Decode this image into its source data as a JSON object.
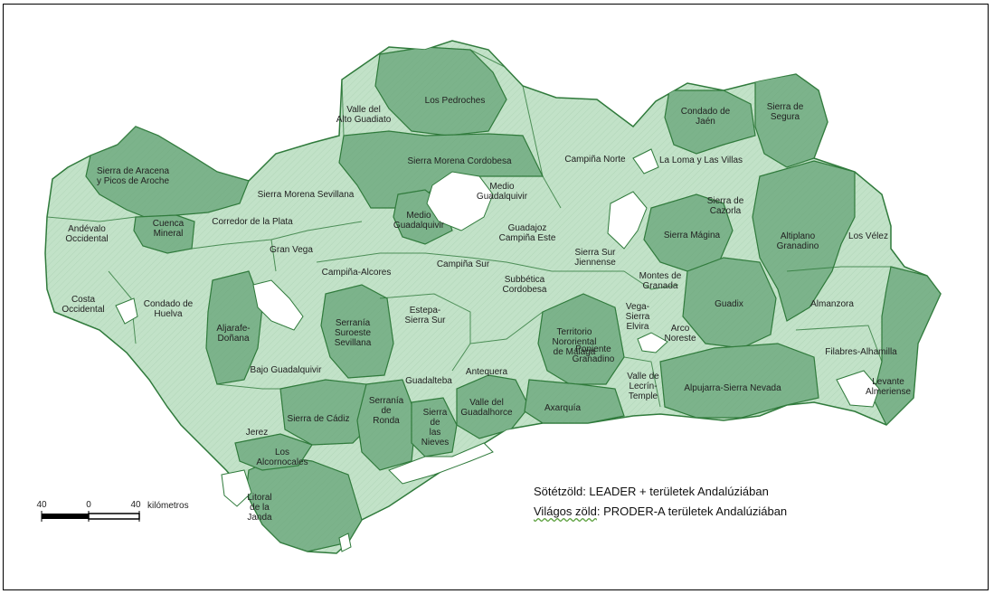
{
  "colors": {
    "leader": "#7cb38b",
    "proder": "#c2e2c8",
    "border": "#2f7a3b",
    "background": "#ffffff"
  },
  "regions": [
    {
      "label": "Los Pedroches",
      "type": "leader"
    },
    {
      "label": "Valle del Alto Guadiato",
      "type": "proder"
    },
    {
      "label": "Condado de Jaén",
      "type": "leader"
    },
    {
      "label": "Sierra de Segura",
      "type": "leader"
    },
    {
      "label": "Sierra Morena Cordobesa",
      "type": "leader"
    },
    {
      "label": "Campiña Norte",
      "type": "proder"
    },
    {
      "label": "La Loma y Las Villas",
      "type": "proder"
    },
    {
      "label": "Sierra de Aracena y Picos de Aroche",
      "type": "leader"
    },
    {
      "label": "Sierra Morena Sevillana",
      "type": "proder"
    },
    {
      "label": "Medio Guadalquivir",
      "type": "proder"
    },
    {
      "label": "Sierra de Cazorla",
      "type": "proder"
    },
    {
      "label": "Andévalo Occidental",
      "type": "proder"
    },
    {
      "label": "Cuenca Minera",
      "type": "leader"
    },
    {
      "label": "Corredor de la Plata",
      "type": "proder"
    },
    {
      "label": "Medio Guadalquivir",
      "type": "leader"
    },
    {
      "label": "Guadajoz Campiña Este",
      "type": "proder"
    },
    {
      "label": "Sierra Mágina",
      "type": "leader"
    },
    {
      "label": "Altiplano Granadino",
      "type": "leader"
    },
    {
      "label": "Los Vélez",
      "type": "proder"
    },
    {
      "label": "Gran Vega",
      "type": "proder"
    },
    {
      "label": "Campiña Sur",
      "type": "proder"
    },
    {
      "label": "Sierra Sur Jiennense",
      "type": "proder"
    },
    {
      "label": "Campiña-Alcores",
      "type": "proder"
    },
    {
      "label": "Montes de Granada",
      "type": "proder"
    },
    {
      "label": "Costa Occidental",
      "type": "proder"
    },
    {
      "label": "Condado de Huelva",
      "type": "proder"
    },
    {
      "label": "Subbética Cordobesa",
      "type": "proder"
    },
    {
      "label": "Almanzora",
      "type": "proder"
    },
    {
      "label": "Aljarafe-Doñana",
      "type": "leader"
    },
    {
      "label": "Serranía Suroeste Sevillana",
      "type": "leader"
    },
    {
      "label": "Estepa-Sierra Sur",
      "type": "proder"
    },
    {
      "label": "Vega-Sierra Elvira",
      "type": "proder"
    },
    {
      "label": "Guadix",
      "type": "leader"
    },
    {
      "label": "Arco Noreste",
      "type": "proder"
    },
    {
      "label": "Territorio Nororiental de Málaga",
      "type": "proder"
    },
    {
      "label": "Poniente Granadino",
      "type": "leader"
    },
    {
      "label": "Filabres-Alhamilla",
      "type": "proder"
    },
    {
      "label": "Bajo Guadalquivir",
      "type": "proder"
    },
    {
      "label": "Antequera",
      "type": "proder"
    },
    {
      "label": "Guadalteba",
      "type": "proder"
    },
    {
      "label": "Valle de Lecrín-Temple",
      "type": "proder"
    },
    {
      "label": "Alpujarra-Sierra Nevada",
      "type": "leader"
    },
    {
      "label": "Levante Almeriense",
      "type": "leader"
    },
    {
      "label": "Valle del Guadalhorce",
      "type": "leader"
    },
    {
      "label": "Axarquía",
      "type": "leader"
    },
    {
      "label": "Sierra de Cádiz",
      "type": "leader"
    },
    {
      "label": "Serranía de Ronda",
      "type": "leader"
    },
    {
      "label": "Sierra de las Nieves",
      "type": "leader"
    },
    {
      "label": "Jerez",
      "type": "proder"
    },
    {
      "label": "Los Alcornocales",
      "type": "leader"
    },
    {
      "label": "Litoral de la Janda",
      "type": "leader"
    }
  ],
  "scale_bar": {
    "ticks": [
      "40",
      "0",
      "40"
    ],
    "unit": "kilómetros"
  },
  "legend": {
    "dark": "Sötétzöld: LEADER + területek Andalúziában",
    "light_prefix": "Világos zöld",
    "light_rest": ": PRODER-A területek Andalúziában"
  }
}
